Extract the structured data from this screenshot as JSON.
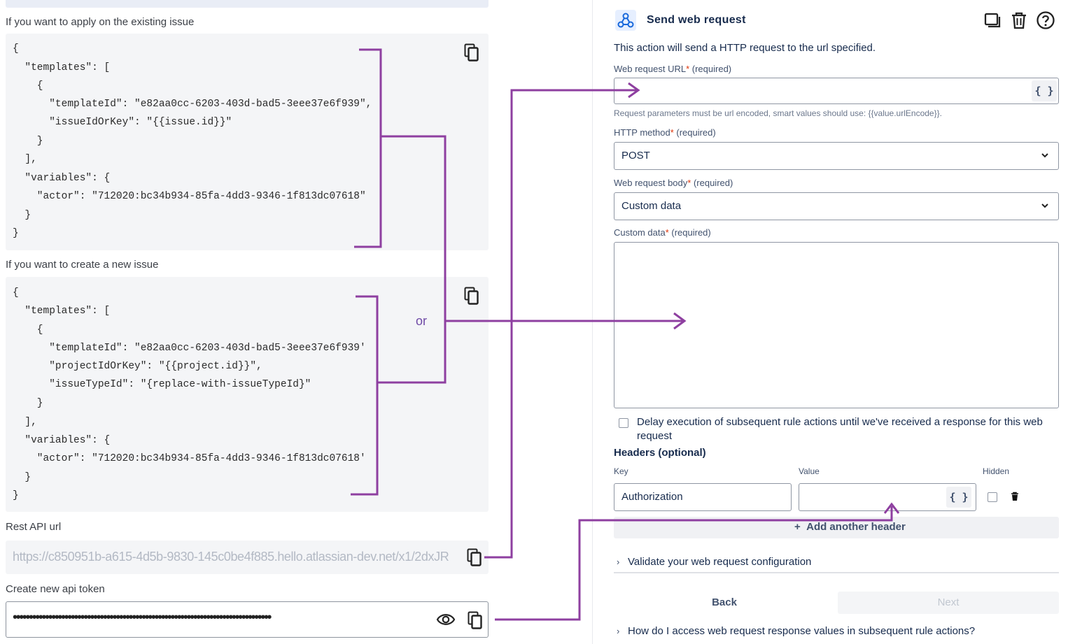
{
  "left": {
    "existing_label": "If you want to apply on the existing issue",
    "existing_code": [
      "{",
      "  \"templates\": [",
      "    {",
      "      \"templateId\": \"e82aa0cc-6203-403d-bad5-3eee37e6f939\",",
      "      \"issueIdOrKey\": \"{{issue.id}}\"",
      "    }",
      "  ],",
      "  \"variables\": {",
      "    \"actor\": \"712020:bc34b934-85fa-4dd3-9346-1f813dc07618\"",
      "  }",
      "}"
    ],
    "new_label": "If you want to create a new issue",
    "new_code": [
      "{",
      "  \"templates\": [",
      "    {",
      "      \"templateId\": \"e82aa0cc-6203-403d-bad5-3eee37e6f939'",
      "      \"projectIdOrKey\": \"{{project.id}}\",",
      "      \"issueTypeId\": \"{replace-with-issueTypeId}\"",
      "    }",
      "  ],",
      "  \"variables\": {",
      "    \"actor\": \"712020:bc34b934-85fa-4dd3-9346-1f813dc07618'",
      "  }",
      "}"
    ],
    "or_label": "or",
    "rest_api_label": "Rest API url",
    "rest_api_url": "https://c850951b-a615-4d5b-9830-145c0be4f885.hello.atlassian-dev.net/x1/2dxJR",
    "token_label": "Create new api token",
    "token_value": "••••••••••••••••••••••••••••••••••••••••••••••••••••••••••••••••••••••••••••••••"
  },
  "right": {
    "title": "Send web request",
    "description": "This action will send a HTTP request to the url specified.",
    "url_label": "Web request URL",
    "url_required": " (required)",
    "url_value": "",
    "url_hint": "Request parameters must be url encoded, smart values should use: {{value.urlEncode}}.",
    "method_label": "HTTP method",
    "method_required": " (required)",
    "method_value": "POST",
    "body_label": "Web request body",
    "body_required": " (required)",
    "body_value": "Custom data",
    "custom_label": "Custom data",
    "custom_required": " (required)",
    "custom_value": "",
    "smart_value_glyph": "{ }",
    "required_mark": "*",
    "delay_text": "Delay execution of subsequent rule actions until we've received a response for this web request",
    "headers_title": "Headers (optional)",
    "col_key": "Key",
    "col_value": "Value",
    "col_hidden": "Hidden",
    "header_key": "Authorization",
    "header_value": "",
    "add_header": "Add another header",
    "add_header_plus": "+",
    "validate": "Validate your web request configuration",
    "back": "Back",
    "next": "Next",
    "faq": "How do I access web request response values in subsequent rule actions?",
    "expander_arrow": "›"
  },
  "icons": [
    "copy-icon",
    "eye-icon",
    "webhook-icon",
    "duplicate-icon",
    "trash-icon",
    "help-icon",
    "chevron-down-icon",
    "delete-icon",
    "plus-icon",
    "chevron-right-icon"
  ],
  "colors": {
    "connector": "#8e3fa0",
    "or_text": "#6f4aa6",
    "code_bg": "#f4f5f7",
    "border": "#8f96a3",
    "text": "#172b4d"
  }
}
